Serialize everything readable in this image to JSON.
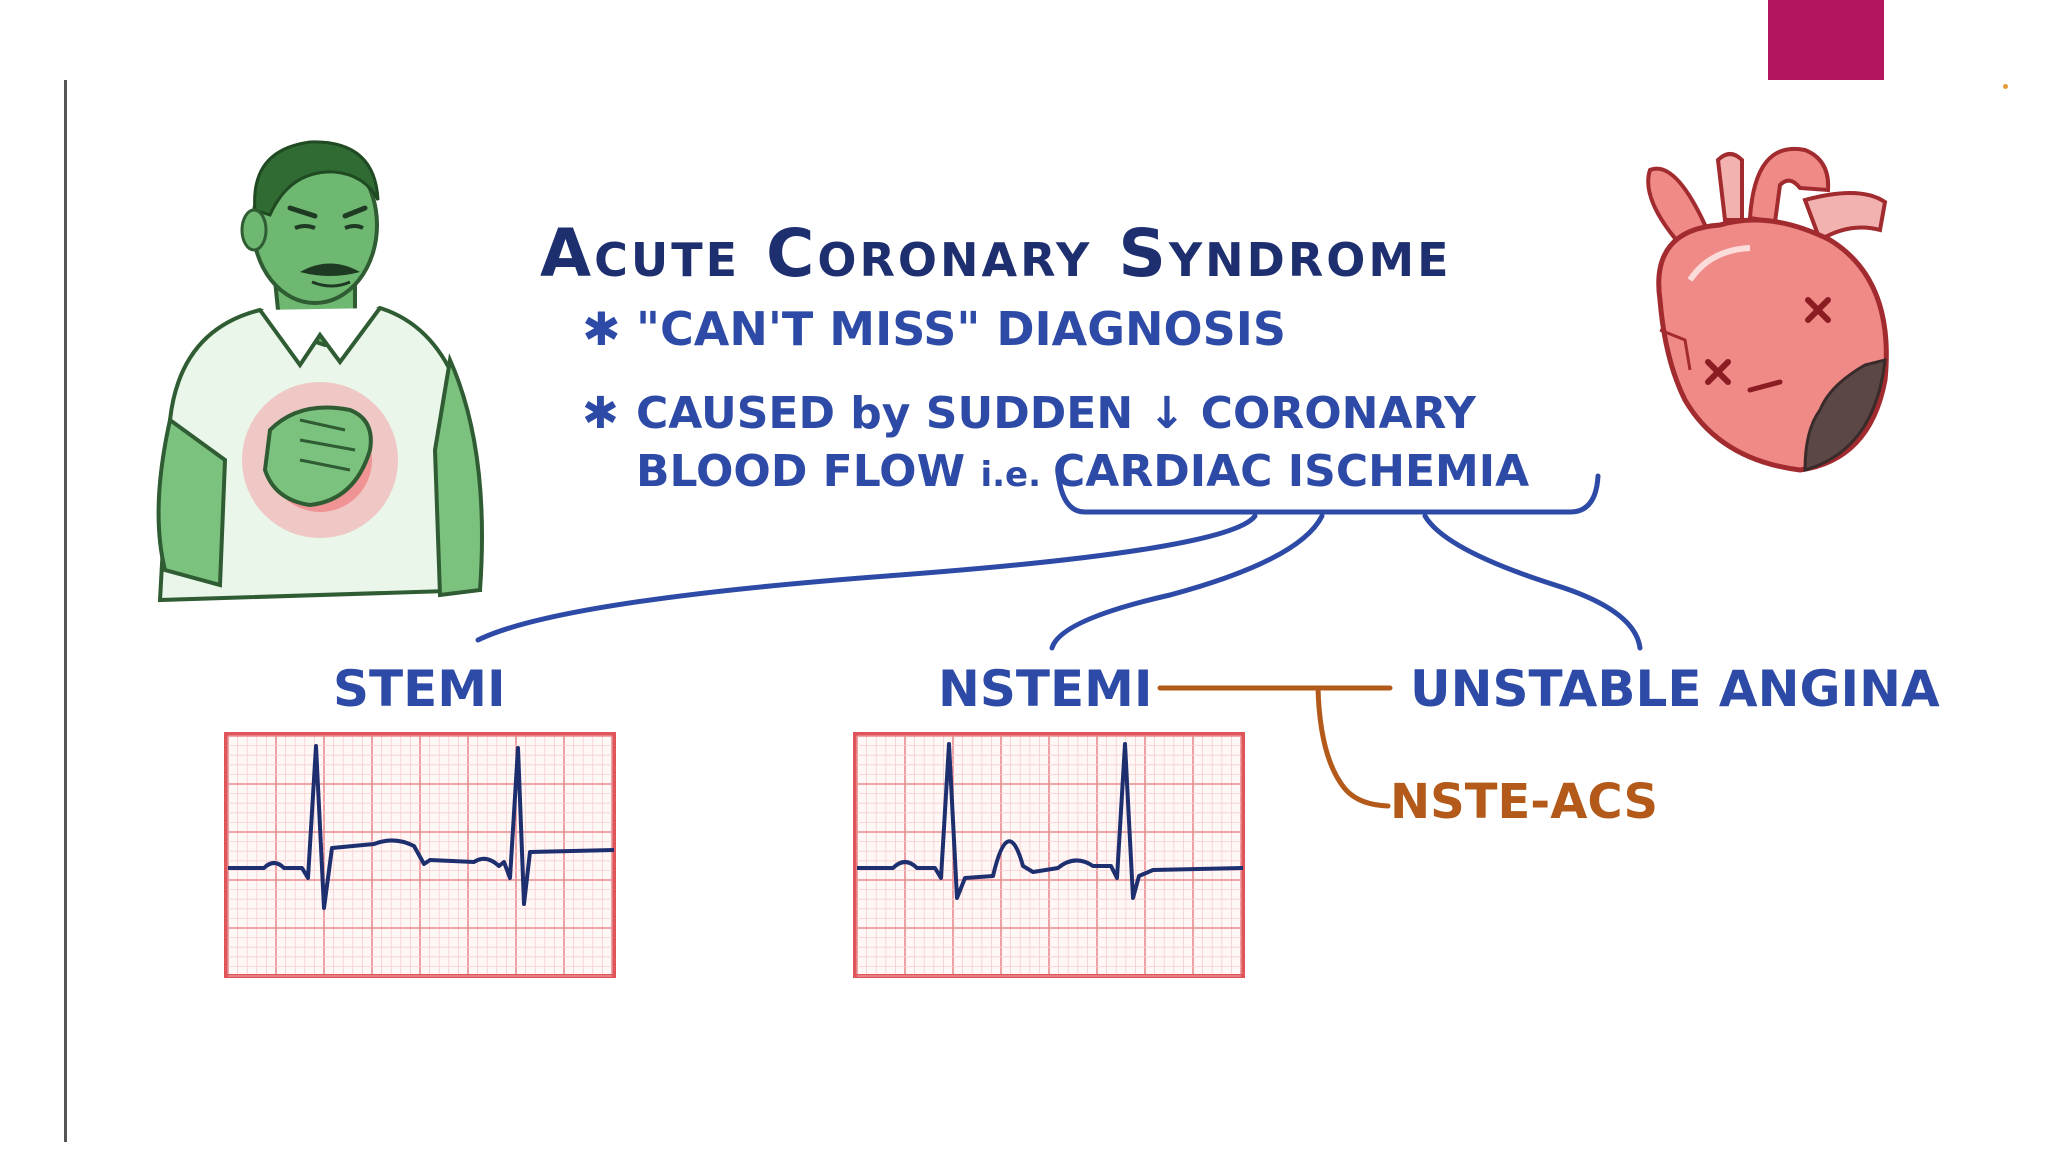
{
  "title": "Acute Coronary Syndrome",
  "bullets": {
    "marker": "✱",
    "item1": "\"CAN'T MISS\" DIAGNOSIS",
    "item2_line1": "CAUSED by SUDDEN ↓ CORONARY",
    "item2_line2_prefix": "BLOOD FLOW",
    "item2_line2_ie": "i.e.",
    "item2_line2_highlight": "CARDIAC ISCHEMIA"
  },
  "branches": {
    "stemi": "STEMI",
    "nstemi": "NSTEMI",
    "unstable_angina": "UNSTABLE ANGINA",
    "grouping": "NSTE-ACS"
  },
  "colors": {
    "title": "#1e2f6f",
    "text": "#2d4aa6",
    "grouping": "#b35a1a",
    "accent": "#b3165f",
    "patient": "#5fb56a",
    "pain": "#e5424a",
    "heart": "#f08a86",
    "necrosis": "#5a4746",
    "ecg_grid": "#f2a7a4",
    "ecg_trace": "#1e2f6f"
  }
}
